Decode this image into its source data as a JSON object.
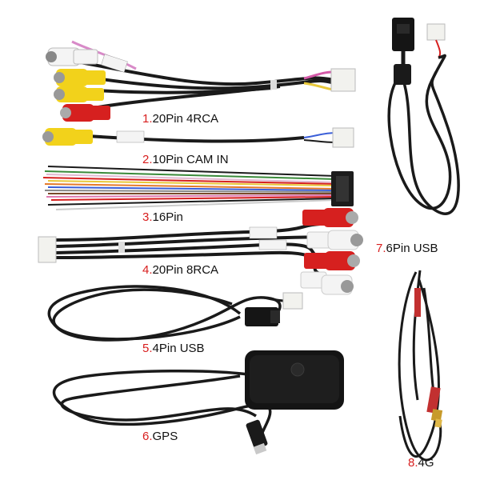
{
  "labels": [
    {
      "num": "1.",
      "text": "20Pin 4RCA"
    },
    {
      "num": "2.",
      "text": "10Pin CAM IN"
    },
    {
      "num": "3.",
      "text": "16Pin"
    },
    {
      "num": "4.",
      "text": "20Pin 8RCA"
    },
    {
      "num": "5.",
      "text": "4Pin USB"
    },
    {
      "num": "6.",
      "text": "GPS"
    },
    {
      "num": "7.",
      "text": "6Pin USB"
    },
    {
      "num": "8.",
      "text": "4G"
    }
  ],
  "colors": {
    "label_number": "#d81e1e",
    "cable": "#1a1a1a",
    "rca_red": "#d6201f",
    "rca_yellow": "#f2d21b",
    "rca_white": "#f4f4f4",
    "connector_white": "#f2f2ee",
    "gps_body": "#141414",
    "antenna_tip": "#c79a2a"
  }
}
